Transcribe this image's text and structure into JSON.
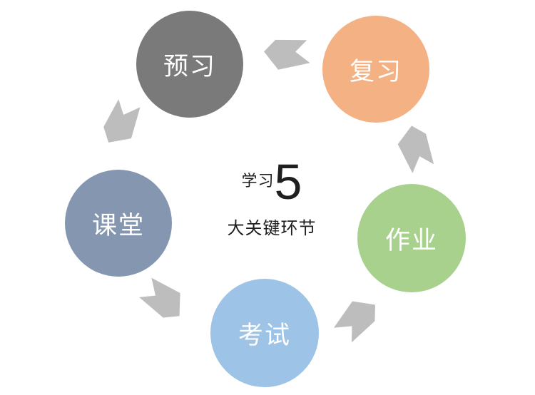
{
  "diagram": {
    "background": "#FFFFFF",
    "arrow_color": "#BDBDBD",
    "label_text_color": "#FFFFFF",
    "center": {
      "prefix": "学习",
      "number": "5",
      "suffix": "大关键环节",
      "text_color": "#1F1F1F"
    },
    "nodes": [
      {
        "id": "preview",
        "label": "预习",
        "color": "#7A7A7A"
      },
      {
        "id": "review",
        "label": "复习",
        "color": "#F4B183"
      },
      {
        "id": "class",
        "label": "课堂",
        "color": "#8496B0"
      },
      {
        "id": "exam",
        "label": "考试",
        "color": "#9DC3E6"
      },
      {
        "id": "homework",
        "label": "作业",
        "color": "#A9D18E"
      }
    ],
    "arrows": [
      {
        "from": "复习",
        "to": "预习",
        "direction": "left"
      },
      {
        "from": "预习",
        "to": "课堂",
        "direction": "down-left"
      },
      {
        "from": "课堂",
        "to": "考试",
        "direction": "down-right"
      },
      {
        "from": "考试",
        "to": "作业",
        "direction": "up-right"
      },
      {
        "from": "作业",
        "to": "复习",
        "direction": "up"
      }
    ]
  }
}
